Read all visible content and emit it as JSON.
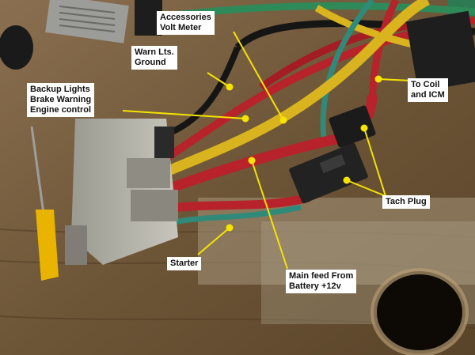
{
  "labels": {
    "accessories": "Accessories\nVolt Meter",
    "warn_lts": "Warn Lts.\nGround",
    "backup": "Backup Lights\nBrake Warning\nEngine control",
    "coil": "To Coil\nand ICM",
    "tach": "Tach Plug",
    "starter": "Starter",
    "main_feed": "Main feed From\nBattery +12v"
  },
  "colors": {
    "leader": "#f5e400",
    "wire_red": "#b8222a",
    "wire_yellow": "#d9b41e",
    "wire_green": "#2f8a5a",
    "wire_black": "#151515",
    "wood": "#7a6040"
  }
}
